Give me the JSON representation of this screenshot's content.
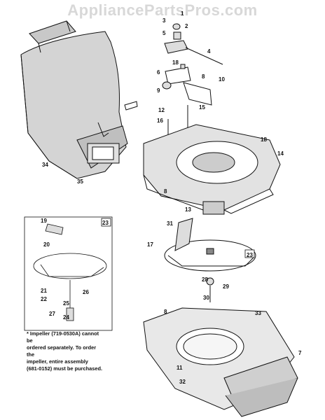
{
  "watermark": "AppliancePartsPros.com",
  "callouts": [
    "1",
    "2",
    "3",
    "5",
    "4",
    "18",
    "6",
    "9",
    "8",
    "10",
    "12",
    "15",
    "16",
    "18",
    "14",
    "34",
    "35",
    "8",
    "13",
    "31",
    "17",
    "23",
    "28",
    "29",
    "30",
    "8",
    "33",
    "7",
    "11",
    "32",
    "19",
    "23",
    "20",
    "21",
    "22",
    "25",
    "26",
    "27",
    "24"
  ],
  "note": {
    "line1": "* Impeller (719-0530A) cannot be",
    "line2": "ordered separately. To order the",
    "line3": "impeller, entire assembly",
    "line4": "(681-0152) must be purchased."
  }
}
